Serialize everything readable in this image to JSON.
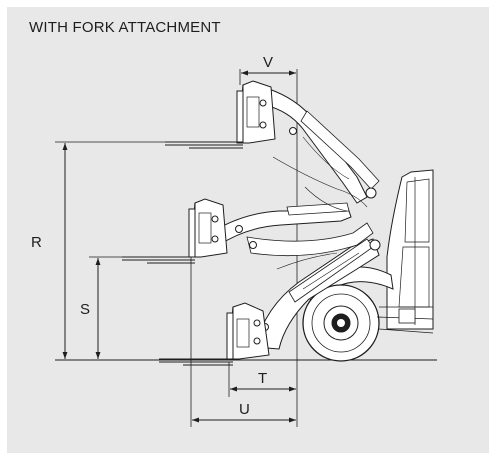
{
  "title": "WITH FORK ATTACHMENT",
  "dimensions": {
    "r": "R",
    "s": "S",
    "t": "T",
    "u": "U",
    "v": "V"
  },
  "colors": {
    "background": "#e8e8e8",
    "line": "#1e1e1e",
    "machine_fill": "#ffffff"
  }
}
